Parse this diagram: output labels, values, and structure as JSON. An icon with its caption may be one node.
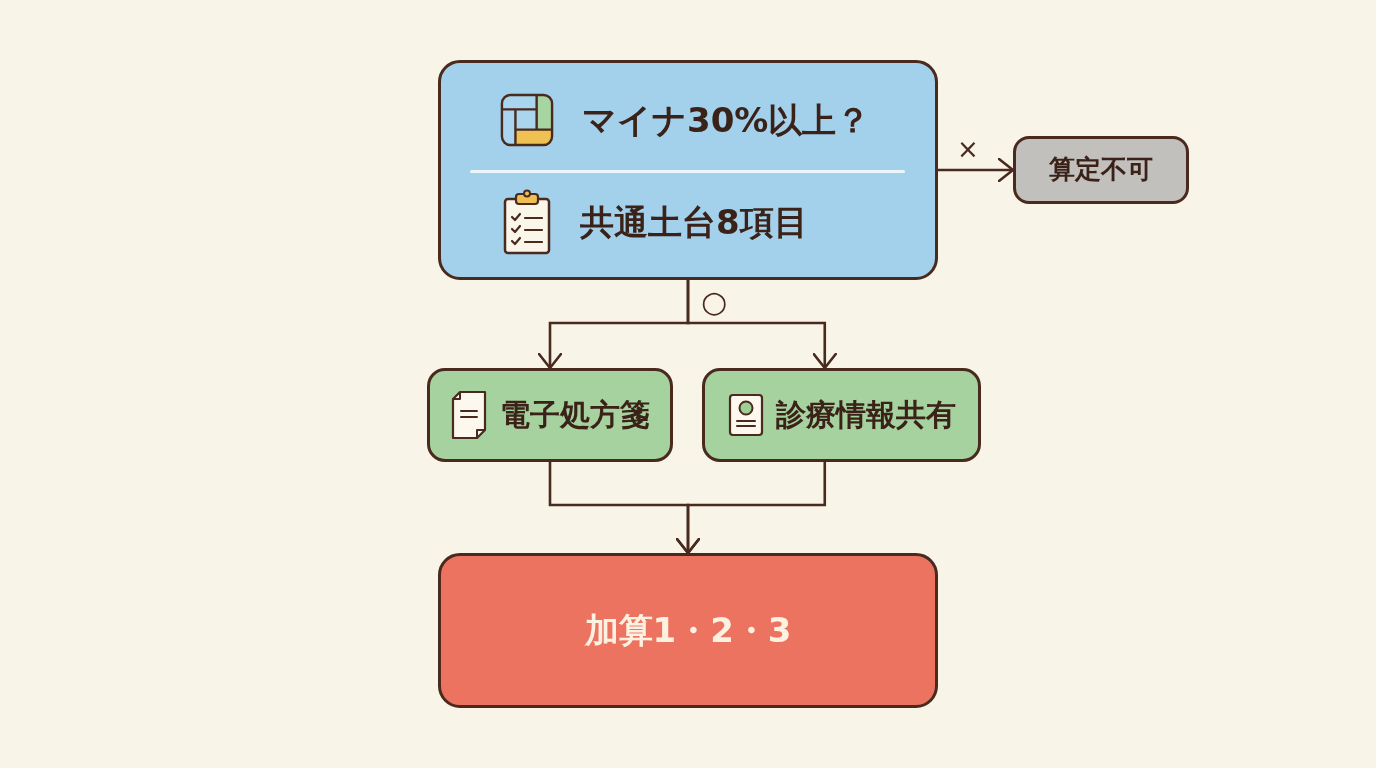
{
  "diagram": {
    "nodes": [
      {
        "text": [
          "マイナ30%以上？",
          "共通土台8項目"
        ]
      },
      {
        "text": [
          "算定不可"
        ]
      },
      {
        "text": [
          "電子処方箋"
        ]
      },
      {
        "text": [
          "診療情報共有"
        ]
      },
      {
        "text": [
          "加算1・2・3"
        ]
      }
    ],
    "edges": [
      {
        "from": 0,
        "to": 1,
        "arrow": "to",
        "label": "×"
      },
      {
        "from": 0,
        "to": 2,
        "arrow": "to",
        "label": "○"
      },
      {
        "from": 0,
        "to": 3,
        "arrow": "to"
      },
      {
        "from": 2,
        "to": 4,
        "arrow": "to"
      },
      {
        "from": 3,
        "to": 4,
        "arrow": "to"
      }
    ]
  }
}
